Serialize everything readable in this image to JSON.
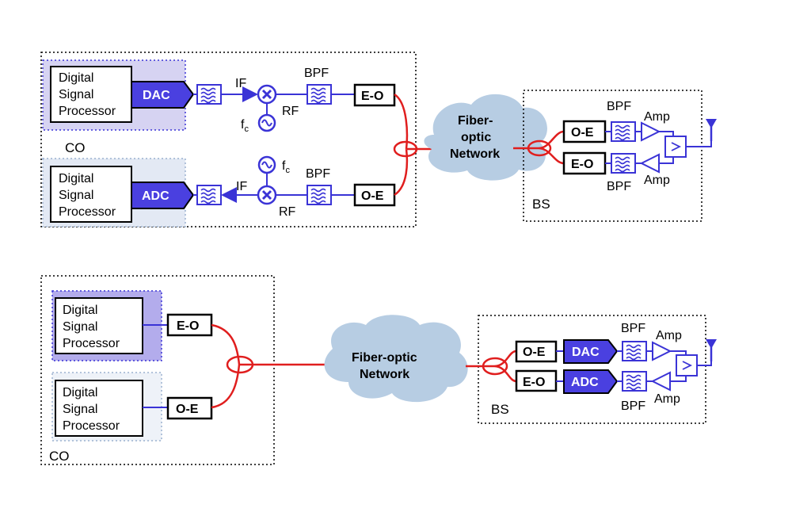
{
  "top": {
    "co_label": "CO",
    "bs_label": "BS",
    "dsp_tx_lines": [
      "Digital",
      "Signal",
      "Processor"
    ],
    "dsp_rx_lines": [
      "Digital",
      "Signal",
      "Processor"
    ],
    "dac": "DAC",
    "adc": "ADC",
    "if_tx": "IF",
    "if_rx": "IF",
    "rf_tx": "RF",
    "rf_rx": "RF",
    "fc_main": "f",
    "fc_sub": "c",
    "bpf_tx": "BPF",
    "bpf_rx": "BPF",
    "eo": "E-O",
    "oe": "O-E",
    "cloud_lines": [
      "Fiber-",
      "optic",
      "Network"
    ],
    "bs_oe": "O-E",
    "bs_eo": "E-O",
    "bs_bpf_top": "BPF",
    "bs_bpf_bottom": "BPF",
    "bs_amp_top": "Amp",
    "bs_amp_bottom": "Amp"
  },
  "bottom": {
    "co_label": "CO",
    "bs_label": "BS",
    "dsp_tx_lines": [
      "Digital",
      "Signal",
      "Processor"
    ],
    "dsp_rx_lines": [
      "Digital",
      "Signal",
      "Processor"
    ],
    "eo": "E-O",
    "oe": "O-E",
    "cloud_lines": [
      "Fiber-optic",
      "Network"
    ],
    "bs_oe": "O-E",
    "bs_eo": "E-O",
    "dac": "DAC",
    "adc": "ADC",
    "bs_bpf_top": "BPF",
    "bs_bpf_bottom": "BPF",
    "bs_amp_top": "Amp",
    "bs_amp_bottom": "Amp"
  },
  "colors": {
    "accent_blue": "#3a33d6",
    "dac_fill": "#4a40e0",
    "fiber_red": "#e01e1e",
    "cloud_fill": "#b7cde3",
    "dsp_tx_bg": "#d6d3f2",
    "dsp_rx_bg": "#e3e9f4",
    "dsp_tx_bg_dark": "#b3acec",
    "dsp_rx_bg_light": "#eef2f8"
  }
}
